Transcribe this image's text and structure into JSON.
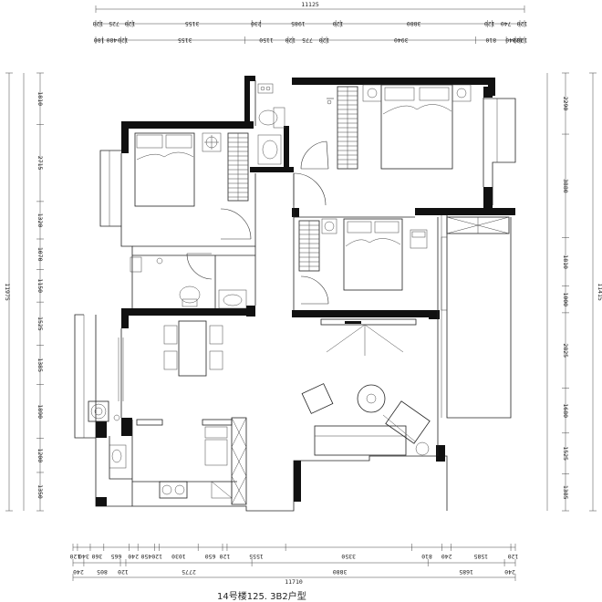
{
  "caption": "14号楼125. 3B2户型",
  "dims": {
    "top_total": "11125",
    "top_row1": [
      "120",
      "725",
      "120",
      "3155",
      "230",
      "1985",
      "120",
      "3880",
      "120",
      "740",
      "120"
    ],
    "top_row2": [
      "180",
      "480",
      "120",
      "3155",
      "1150",
      "120",
      "775",
      "120",
      "3940",
      "810",
      "240",
      "120",
      "120"
    ],
    "bottom_total": "11710",
    "bottom_row1": [
      "120",
      "340",
      "360",
      "665",
      "240",
      "450",
      "120",
      "1030",
      "650",
      "120",
      "1555",
      "3350",
      "810",
      "240",
      "1585",
      "120"
    ],
    "bottom_row2": [
      "240",
      "805",
      "120",
      "2775",
      "3880",
      "1685",
      "240"
    ],
    "left_total": "11975",
    "left_row": [
      "1810",
      "2715",
      "1320",
      "1070",
      "1150",
      "1525",
      "1385",
      "1890",
      "1200",
      "1350"
    ],
    "right_total": "11415",
    "right_row": [
      "2290",
      "3880",
      "1810",
      "1000",
      "2825",
      "1680",
      "1525",
      "1385"
    ]
  }
}
